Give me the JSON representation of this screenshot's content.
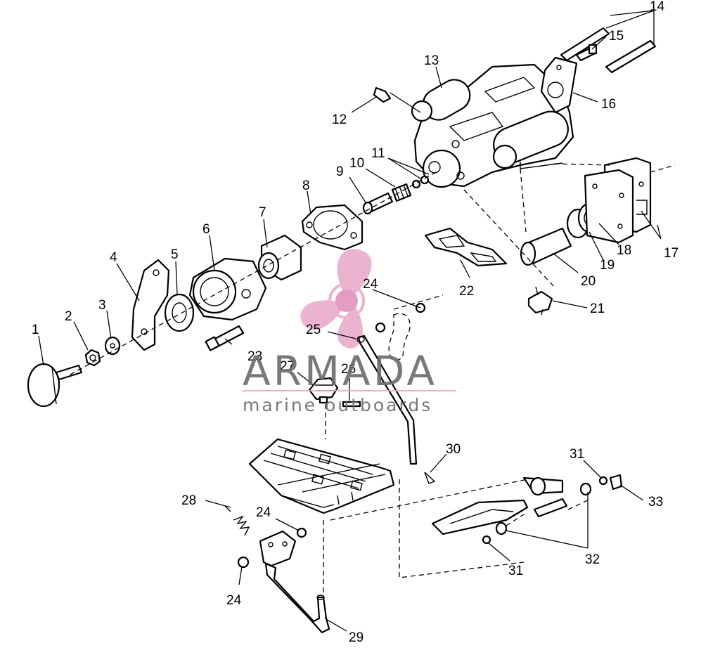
{
  "watermark": {
    "brand": "ARMADA",
    "tagline": "marine outboards",
    "logo_color": "#e8a6c8",
    "text_color": "#6b6b6b"
  },
  "callouts": {
    "p1": "1",
    "p2": "2",
    "p3": "3",
    "p4": "4",
    "p5": "5",
    "p6": "6",
    "p7": "7",
    "p8": "8",
    "p9": "9",
    "p10": "10",
    "p11": "11",
    "p12": "12",
    "p13": "13",
    "p14": "14",
    "p15": "15",
    "p16": "16",
    "p17": "17",
    "p18": "18",
    "p19": "19",
    "p20": "20",
    "p21": "21",
    "p22": "22",
    "p23": "23",
    "p24a": "24",
    "p24b": "24",
    "p24c": "24",
    "p25": "25",
    "p26": "26",
    "p27": "27",
    "p28": "28",
    "p29": "29",
    "p30": "30",
    "p31a": "31",
    "p31b": "31",
    "p32": "32",
    "p33": "33"
  }
}
